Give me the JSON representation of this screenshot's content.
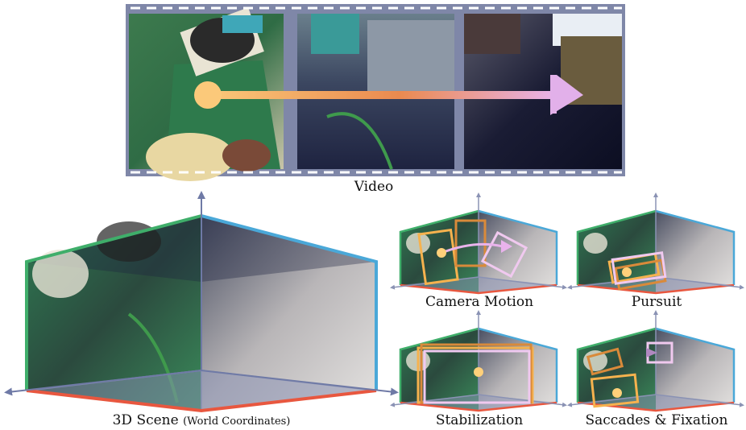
{
  "filmstrip": {
    "label": "Video",
    "frames": 3
  },
  "scene3d": {
    "label": "3D Scene",
    "sublabel": "(World Coordinates)"
  },
  "panels": [
    {
      "label": "Camera Motion"
    },
    {
      "label": "Pursuit"
    },
    {
      "label": "Stabilization"
    },
    {
      "label": "Saccades & Fixation"
    }
  ],
  "colors": {
    "film_border": "#7f87a8",
    "arrow_start": "#fbc97a",
    "arrow_mid": "#f0a46a",
    "arrow_end": "#e9b3ec",
    "axis": "#6f7aa6",
    "edge_green": "#3fae6a",
    "edge_blue": "#4aa8d8",
    "edge_red": "#e8573f",
    "box_orange": "#f6b24e",
    "box_dark_orange": "#d98a3a",
    "box_pink": "#f0c9ef",
    "dot": "#ffd07a"
  }
}
